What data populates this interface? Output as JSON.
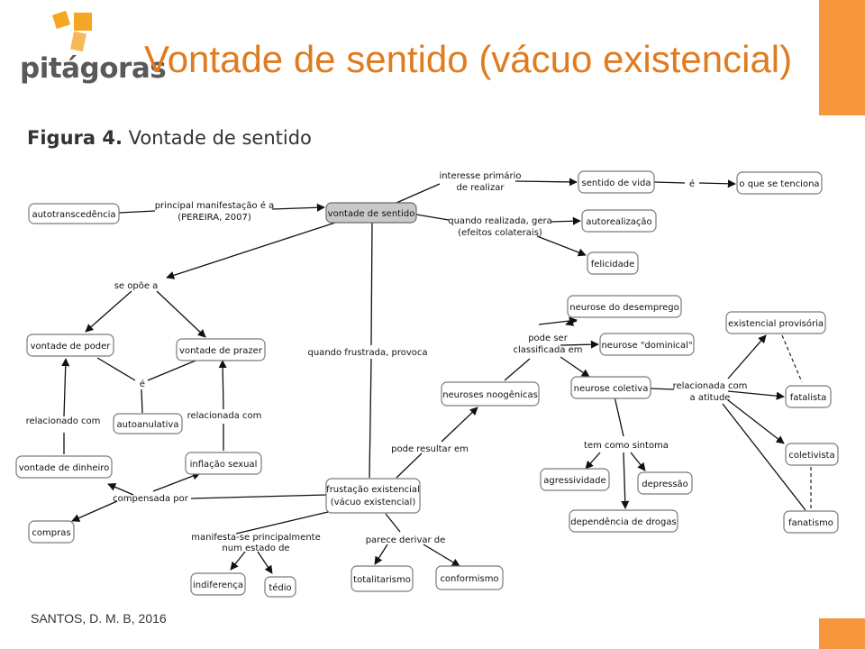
{
  "header": {
    "logo_text": "pitágoras",
    "title": "Vontade de sentido (vácuo existencial)"
  },
  "figure": {
    "caption_bold": "Figura 4.",
    "caption_rest": " Vontade de sentido"
  },
  "source": "SANTOS, D. M. B, 2016",
  "concept_map": {
    "nodes": {
      "autotranscendencia": "autotranscedência",
      "vontade_sentido": "vontade de sentido",
      "sentido_vida": "sentido de vida",
      "o_que_se_tenciona": "o que se tenciona",
      "autorealizacao": "autorealização",
      "felicidade": "felicidade",
      "vontade_poder": "vontade de poder",
      "vontade_prazer": "vontade de prazer",
      "autoanulativa": "autoanulativa",
      "vontade_dinheiro": "vontade de dinheiro",
      "inflacao_sexual": "inflação sexual",
      "compras": "compras",
      "frustracao_1": "frustação existencial",
      "frustracao_2": "(vácuo existencial)",
      "indiferenca": "indiferença",
      "tedio": "tédio",
      "totalitarismo": "totalitarismo",
      "conformismo": "conformismo",
      "neuroses_noogenicas": "neuroses noogênicas",
      "neurose_desemprego": "neurose do desemprego",
      "neurose_dominical": "neurose \"dominical\"",
      "neurose_coletiva": "neurose coletiva",
      "agressividade": "agressividade",
      "depressao": "depressão",
      "dependencia_drogas": "dependência de drogas",
      "existencial_provisoria": "existencial provisória",
      "fatalista": "fatalista",
      "coletivista": "coletivista",
      "fanatismo": "fanatismo"
    },
    "links": {
      "principal_1": "principal manifestação é a",
      "principal_2": "(PEREIRA, 2007)",
      "interesse_1": "interesse primário",
      "interesse_2": "de realizar",
      "e_1": "é",
      "quando_realizada_1": "quando realizada, gera",
      "quando_realizada_2": "(efeitos colaterais)",
      "se_opoe": "se opõe a",
      "e_2": "é",
      "relacionado_com": "relacionado com",
      "relacionada_com": "relacionada com",
      "compensada_por": "compensada por",
      "quando_frustrada": "quando frustrada, provoca",
      "pode_resultar": "pode resultar em",
      "manifesta_1": "manifesta-se principalmente",
      "manifesta_2": "num estado de",
      "parece_derivar": "parece derivar de",
      "pode_ser_1": "pode ser",
      "pode_ser_2": "classificada em",
      "tem_como": "tem como sintoma",
      "relacionada_atitude_1": "relacionada com",
      "relacionada_atitude_2": "a atitude"
    }
  }
}
